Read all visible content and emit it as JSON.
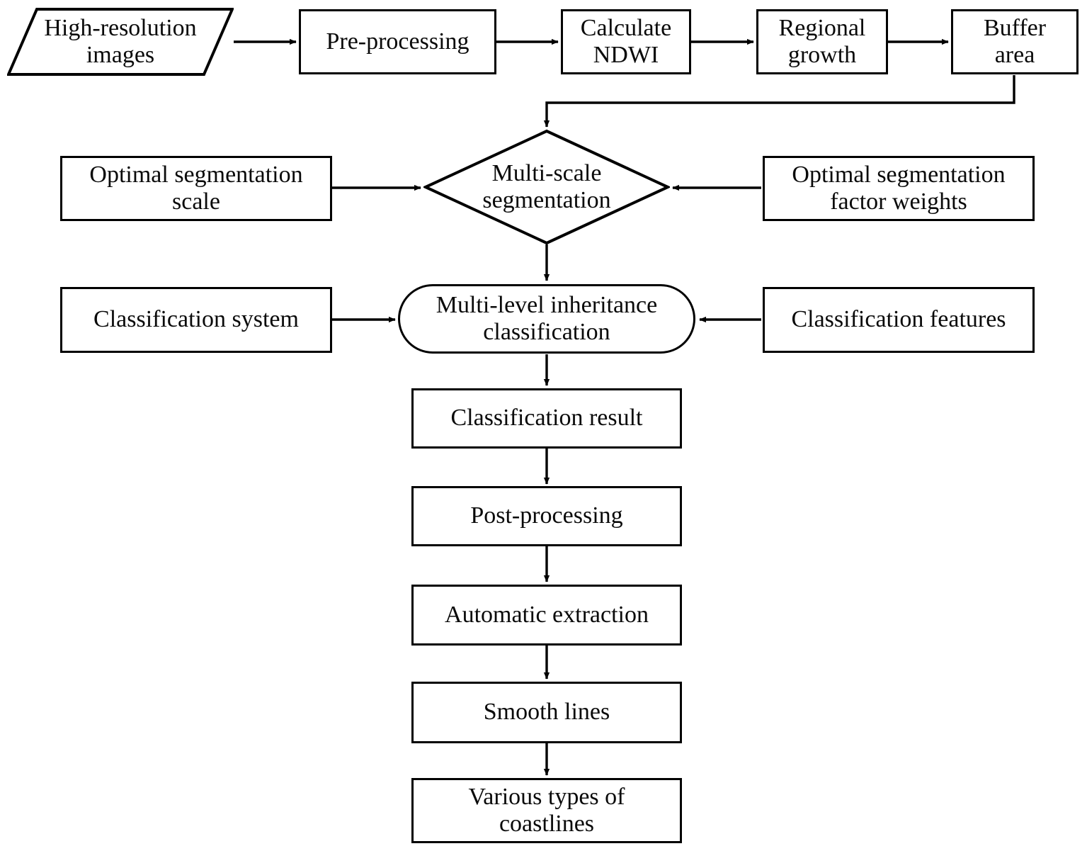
{
  "diagram": {
    "title": "Coastline extraction workflow flowchart",
    "stroke_color": "#000000",
    "fill_color": "#ffffff",
    "text_color": "#0a0a0a",
    "nodes": [
      {
        "id": "high-res-images",
        "shape": "parallelogram",
        "label": "High-resolution\nimages"
      },
      {
        "id": "pre-processing",
        "shape": "rectangle",
        "label": "Pre-processing"
      },
      {
        "id": "calculate-ndwi",
        "shape": "rectangle",
        "label": "Calculate\nNDWI"
      },
      {
        "id": "regional-growth",
        "shape": "rectangle",
        "label": "Regional\ngrowth"
      },
      {
        "id": "buffer-area",
        "shape": "rectangle",
        "label": "Buffer\narea"
      },
      {
        "id": "optimal-seg-scale",
        "shape": "rectangle",
        "label": "Optimal segmentation\nscale"
      },
      {
        "id": "multi-scale-seg",
        "shape": "diamond",
        "label": "Multi-scale\nsegmentation"
      },
      {
        "id": "optimal-seg-weights",
        "shape": "rectangle",
        "label": "Optimal segmentation\nfactor weights"
      },
      {
        "id": "classification-system",
        "shape": "rectangle",
        "label": "Classification system"
      },
      {
        "id": "multi-level-inherit",
        "shape": "rounded",
        "label": "Multi-level inheritance\nclassification"
      },
      {
        "id": "classification-features",
        "shape": "rectangle",
        "label": "Classification features"
      },
      {
        "id": "classification-result",
        "shape": "rectangle",
        "label": "Classification result"
      },
      {
        "id": "post-processing",
        "shape": "rectangle",
        "label": "Post-processing"
      },
      {
        "id": "automatic-extraction",
        "shape": "rectangle",
        "label": "Automatic extraction"
      },
      {
        "id": "smooth-lines",
        "shape": "rectangle",
        "label": "Smooth lines"
      },
      {
        "id": "various-coastlines",
        "shape": "rectangle",
        "label": "Various types of\ncoastlines"
      }
    ],
    "edges": [
      {
        "from": "high-res-images",
        "to": "pre-processing",
        "direction": "right"
      },
      {
        "from": "pre-processing",
        "to": "calculate-ndwi",
        "direction": "right"
      },
      {
        "from": "calculate-ndwi",
        "to": "regional-growth",
        "direction": "right"
      },
      {
        "from": "regional-growth",
        "to": "buffer-area",
        "direction": "right"
      },
      {
        "from": "buffer-area",
        "to": "multi-scale-seg",
        "direction": "down-elbow"
      },
      {
        "from": "optimal-seg-scale",
        "to": "multi-scale-seg",
        "direction": "right"
      },
      {
        "from": "optimal-seg-weights",
        "to": "multi-scale-seg",
        "direction": "left"
      },
      {
        "from": "multi-scale-seg",
        "to": "multi-level-inherit",
        "direction": "down"
      },
      {
        "from": "classification-system",
        "to": "multi-level-inherit",
        "direction": "right"
      },
      {
        "from": "classification-features",
        "to": "multi-level-inherit",
        "direction": "left"
      },
      {
        "from": "multi-level-inherit",
        "to": "classification-result",
        "direction": "down"
      },
      {
        "from": "classification-result",
        "to": "post-processing",
        "direction": "down"
      },
      {
        "from": "post-processing",
        "to": "automatic-extraction",
        "direction": "down"
      },
      {
        "from": "automatic-extraction",
        "to": "smooth-lines",
        "direction": "down"
      },
      {
        "from": "smooth-lines",
        "to": "various-coastlines",
        "direction": "down"
      }
    ]
  }
}
